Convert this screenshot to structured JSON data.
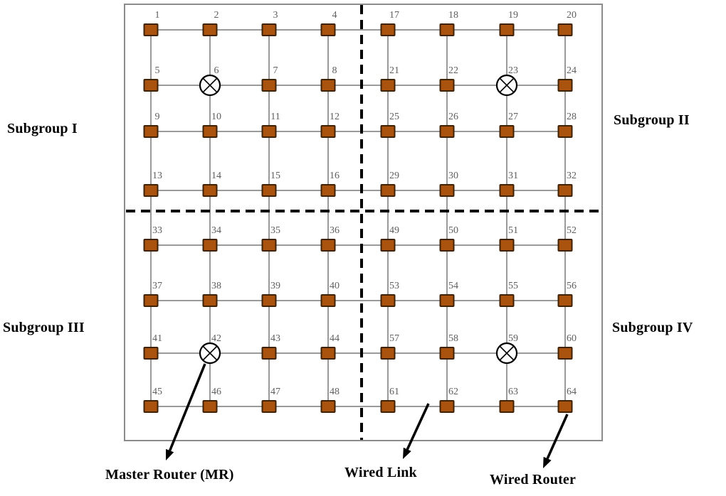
{
  "diagram": {
    "kind": "network-topology",
    "grid": {
      "rows": 8,
      "cols": 8
    }
  },
  "subgroups": [
    {
      "label": "Subgroup I"
    },
    {
      "label": "Subgroup II"
    },
    {
      "label": "Subgroup III"
    },
    {
      "label": "Subgroup IV"
    }
  ],
  "legend": {
    "master_router": "Master Router (MR)",
    "wired_link": "Wired Link",
    "wired_router": "Wired Router"
  },
  "nodes": {
    "master_ids": [
      6,
      23,
      42,
      59
    ],
    "ids_by_row": [
      [
        1,
        2,
        3,
        4,
        17,
        18,
        19,
        20
      ],
      [
        5,
        6,
        7,
        8,
        21,
        22,
        23,
        24
      ],
      [
        9,
        10,
        11,
        12,
        25,
        26,
        27,
        28
      ],
      [
        13,
        14,
        15,
        16,
        29,
        30,
        31,
        32
      ],
      [
        33,
        34,
        35,
        36,
        49,
        50,
        51,
        52
      ],
      [
        37,
        38,
        39,
        40,
        53,
        54,
        55,
        56
      ],
      [
        41,
        42,
        43,
        44,
        57,
        58,
        59,
        60
      ],
      [
        45,
        46,
        47,
        48,
        61,
        62,
        63,
        64
      ]
    ]
  },
  "colors": {
    "node": "#a9530e",
    "node_border": "#3f2104",
    "master_fill": "#ffffff",
    "master_stroke": "#000000",
    "link": "#9a9a9a",
    "frame": "#8c8c8c",
    "divider": "#000000",
    "number": "#5f5f5f"
  }
}
